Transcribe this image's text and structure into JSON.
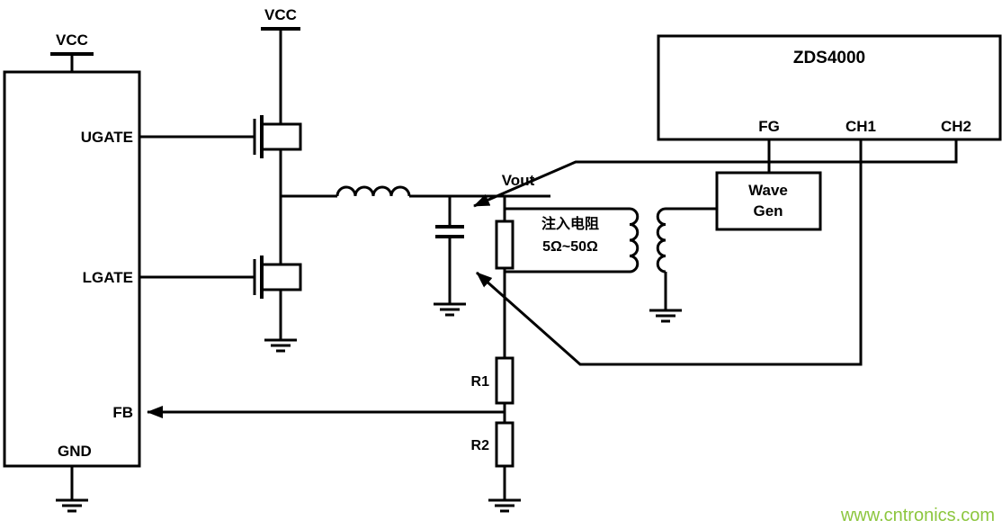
{
  "labels": {
    "ic": {
      "vcc": "VCC",
      "ugate": "UGATE",
      "lgate": "LGATE",
      "fb": "FB",
      "gnd": "GND"
    },
    "supply_vcc": "VCC",
    "vout": "Vout",
    "injection_resistor": {
      "name": "注入电阻",
      "value": "5Ω~50Ω"
    },
    "r1": "R1",
    "r2": "R2",
    "wave_gen": {
      "line1": "Wave",
      "line2": "Gen"
    },
    "oscilloscope": {
      "model": "ZDS4000",
      "fg": "FG",
      "ch1": "CH1",
      "ch2": "CH2"
    },
    "watermark": "www.cntronics.com"
  },
  "colors": {
    "stroke": "#000000",
    "watermark": "#8CC63E",
    "background": "#FFFFFF"
  }
}
